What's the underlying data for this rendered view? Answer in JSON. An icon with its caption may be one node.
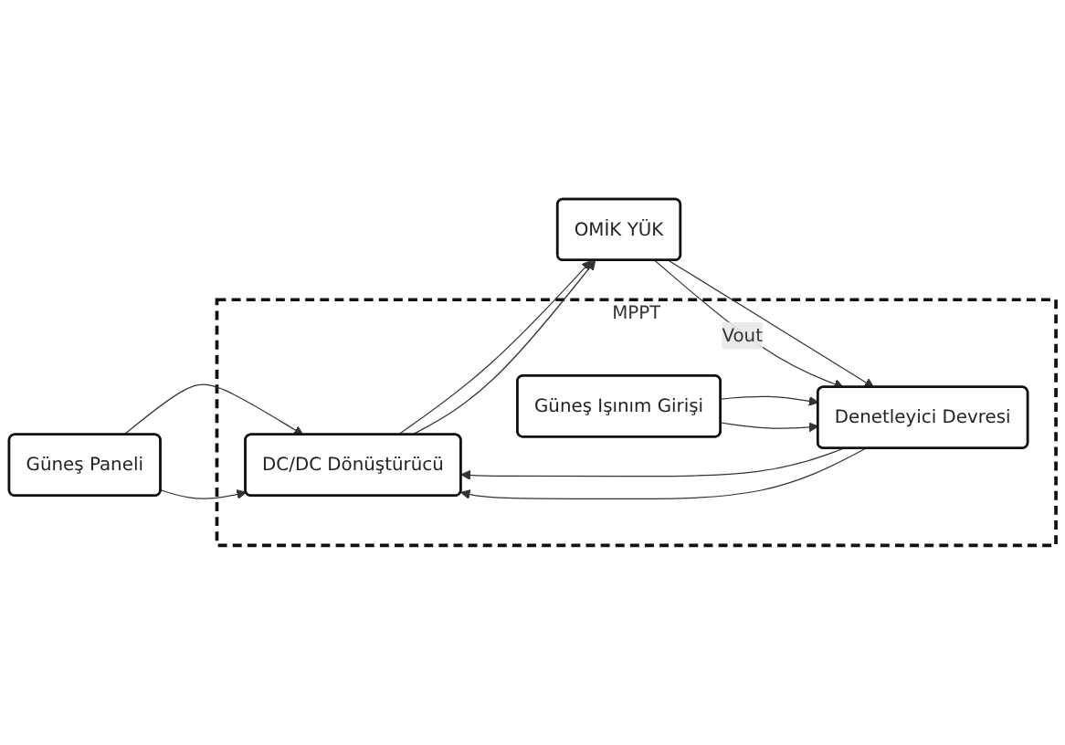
{
  "diagram": {
    "nodes": [
      {
        "text": [
          "Güneş Paneli"
        ]
      },
      {
        "text": [
          "MPPT"
        ]
      },
      {
        "text": [
          "DC/DC Dönüştürücü"
        ],
        "in": 1
      },
      {
        "text": [
          "OMİK YÜK"
        ]
      },
      {
        "text": [
          "Denetleyici Devresi"
        ],
        "in": 1
      },
      {
        "text": [
          "Güneş Işınım Girişi"
        ],
        "in": 1
      }
    ],
    "edges": [
      {
        "from": 0,
        "to": 2,
        "arrow": "to"
      },
      {
        "from": 0,
        "to": 2,
        "arrow": "to"
      },
      {
        "from": 2,
        "to": 3,
        "arrow": "to"
      },
      {
        "from": 2,
        "to": 3,
        "arrow": "to"
      },
      {
        "from": 4,
        "to": 2,
        "arrow": "to"
      },
      {
        "from": 4,
        "to": 2,
        "arrow": "to"
      },
      {
        "from": 5,
        "to": 4,
        "arrow": "to"
      },
      {
        "from": 5,
        "to": 4,
        "arrow": "to"
      },
      {
        "from": 3,
        "to": 4,
        "arrow": "to"
      },
      {
        "from": 3,
        "to": 4,
        "arrow": "to",
        "label": "Vout"
      }
    ]
  }
}
